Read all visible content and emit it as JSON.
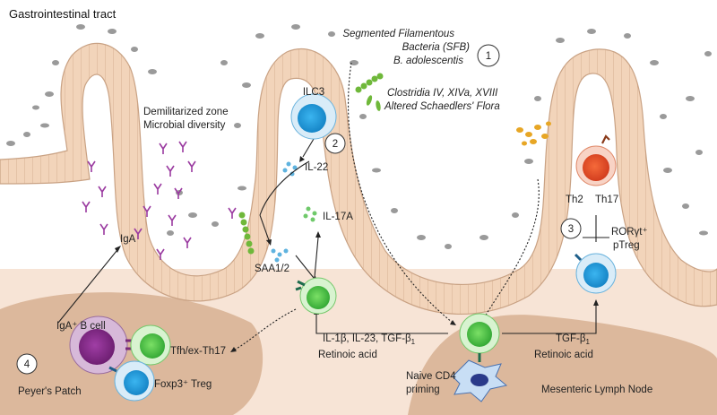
{
  "title": "Gastrointestinal tract",
  "bacteria_1": {
    "line1": "Segmented Filamentous",
    "line2": "Bacteria (SFB)",
    "line3": "B. adolescentis",
    "step": "1"
  },
  "bacteria_2": {
    "line1": "Clostridia IV, XIVa, XVIII",
    "line2": "Altered Schaedlers' Flora"
  },
  "zone": {
    "line1": "Demilitarized zone",
    "line2": "Microbial diversity"
  },
  "cells": {
    "ilc3": "ILC3",
    "iga_b_cell": "IgA⁺ B cell",
    "tfh": "Tfh/ex-Th17",
    "treg": "Foxp3⁺ Treg",
    "th2": "Th2",
    "th17": "Th17",
    "rorgt_line1": "RORγt⁺",
    "rorgt_line2": "pTreg"
  },
  "molecules": {
    "iga": "IgA",
    "il22": "IL-22",
    "il17a": "IL-17A",
    "saa": "SAA1/2",
    "cytokines_left": "IL-1β, IL-23, TGF-β",
    "cytokines_left_sub": "1",
    "retinoic_left": "Retinoic acid",
    "tgf_right": "TGF-β",
    "tgf_right_sub": "1",
    "retinoic_right": "Retinoic acid"
  },
  "steps": {
    "s2": "2",
    "s3": "3",
    "s4": "4"
  },
  "tissues": {
    "peyers": "Peyer's Patch",
    "mln": "Mesenteric Lymph Node",
    "naive_line1": "Naive CD4",
    "naive_line2": "priming"
  },
  "colors": {
    "epithelium": "#f0cfb3",
    "epithelium_border": "#c9a284",
    "lymph": "#dcb89c",
    "ilc3": "#1f9bdb",
    "green_cell": "#4cc84a",
    "b_cell": "#8a2a8a",
    "th17": "#e8502c",
    "iga": "#9a3aa0",
    "sfb": "#6fb83a",
    "clostridia": "#e7a625",
    "il22_dots": "#5fb3df",
    "il17_dots": "#6fc96a"
  }
}
